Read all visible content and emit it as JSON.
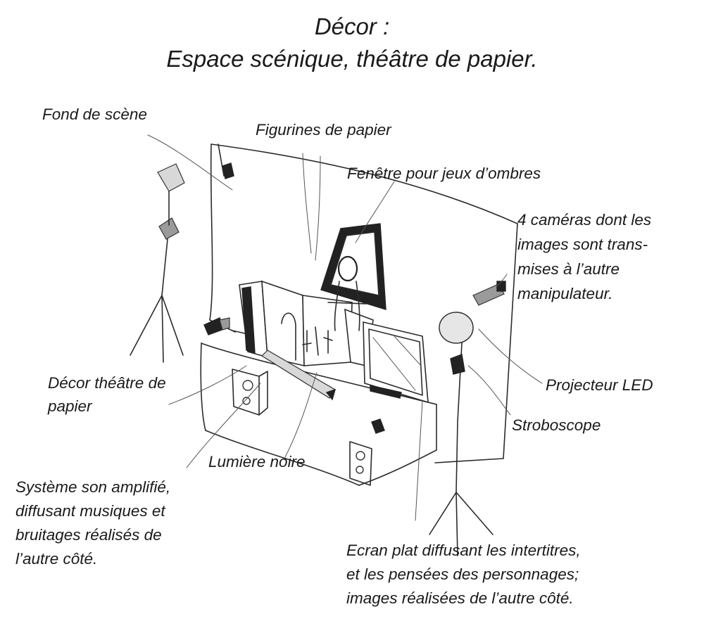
{
  "title": {
    "line1": "Décor :",
    "line2": "Espace scénique, théâtre de papier."
  },
  "labels": {
    "fond_de_scene": "Fond de scène",
    "figurines": "Figurines de papier",
    "fenetre": "Fenêtre pour jeux d’ombres",
    "cameras": [
      "4 caméras dont les",
      "images sont trans-",
      "mises à l’autre",
      "manipulateur."
    ],
    "decor_theatre": [
      "Décor théâtre de",
      "papier"
    ],
    "projecteur": "Projecteur LED",
    "stroboscope": "Stroboscope",
    "lumiere_noire": "Lumière noire",
    "systeme_son": [
      "Système son amplifié,",
      "diffusant musiques et",
      "bruitages réalisés de",
      "l’autre côté."
    ],
    "ecran_plat": [
      "Ecran plat diffusant les intertitres,",
      "et les pensées des personnages;",
      "images réalisées de l’autre côté."
    ]
  }
}
